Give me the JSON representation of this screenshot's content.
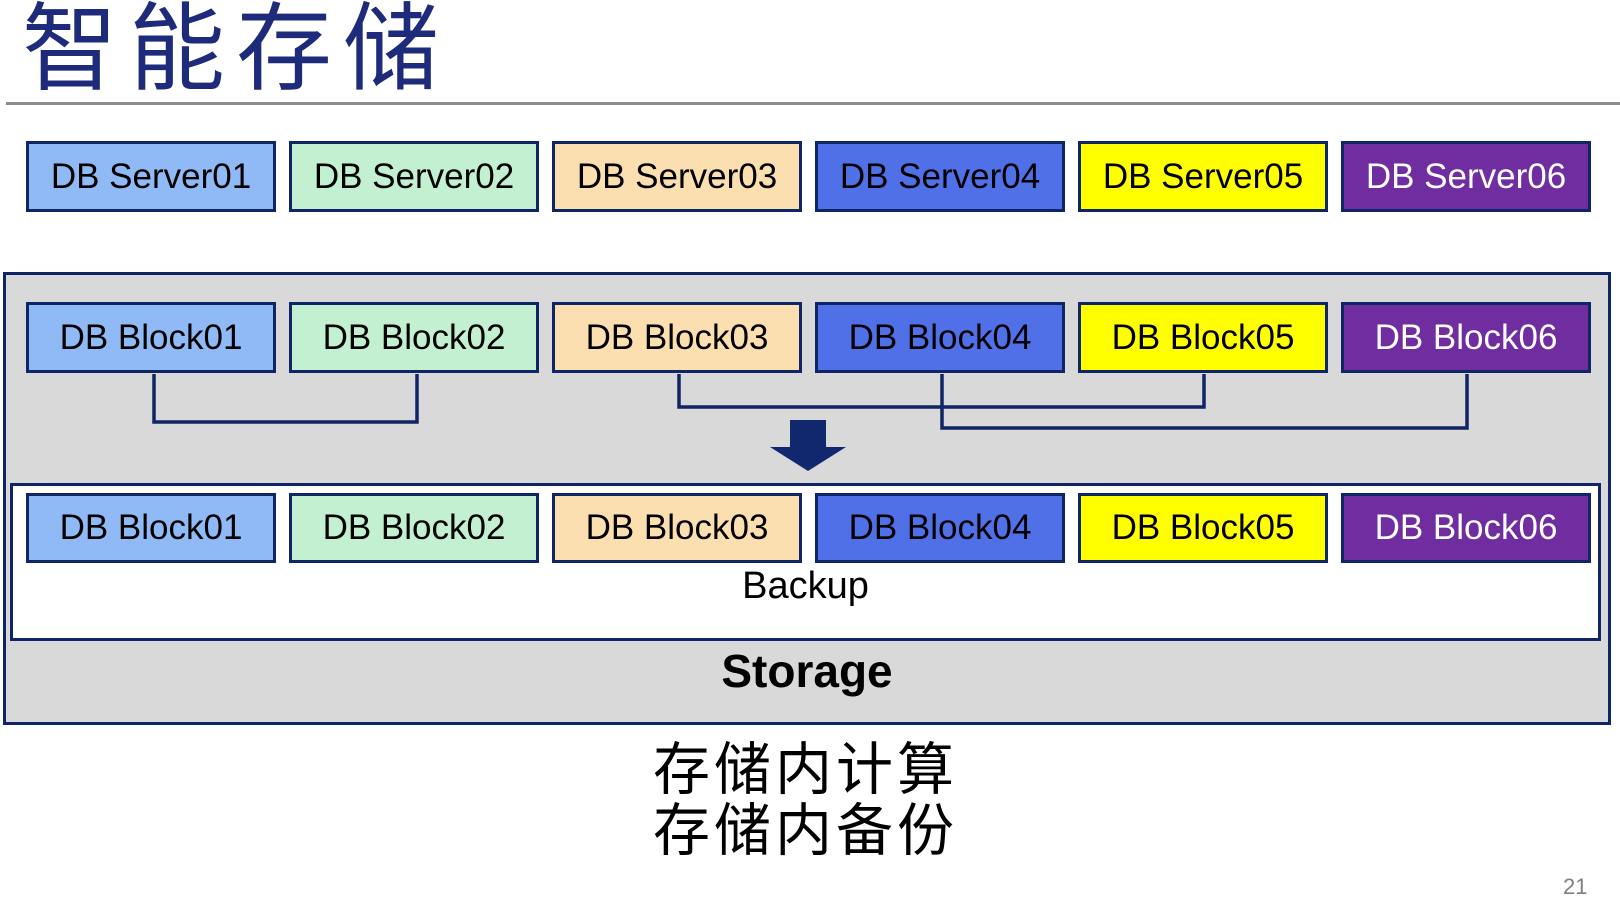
{
  "slide": {
    "title": "智能存储",
    "page_number": "21",
    "caption_line1": "存储内计算",
    "caption_line2": "存储内备份"
  },
  "servers": [
    "DB Server01",
    "DB Server02",
    "DB Server03",
    "DB Server04",
    "DB Server05",
    "DB Server06"
  ],
  "storage": {
    "label": "Storage",
    "backup_label": "Backup",
    "top_blocks": [
      "DB Block01",
      "DB Block02",
      "DB Block03",
      "DB Block04",
      "DB Block05",
      "DB Block06"
    ],
    "backup_blocks": [
      "DB Block01",
      "DB Block02",
      "DB Block03",
      "DB Block04",
      "DB Block05",
      "DB Block06"
    ],
    "connections": [
      {
        "from": "DB Block01",
        "to": "DB Block02"
      },
      {
        "from": "DB Block03",
        "to": "DB Block05"
      },
      {
        "from": "DB Block04",
        "to": "DB Block06"
      }
    ]
  },
  "palette": {
    "box_fills": [
      "#8fbaf5",
      "#c3f0d0",
      "#fbdfb0",
      "#5070e8",
      "#ffff00",
      "#6f2da0"
    ],
    "box_text_colors": [
      "#000000",
      "#000000",
      "#000000",
      "#000000",
      "#000000",
      "#ffffff"
    ],
    "border_navy": "#0f2566",
    "arrow_navy": "#12286e",
    "title_navy": "#1e2b7a",
    "container_gray": "#d9d9d9",
    "rule_gray": "#8c8c8c",
    "page_number_gray": "#808080"
  }
}
